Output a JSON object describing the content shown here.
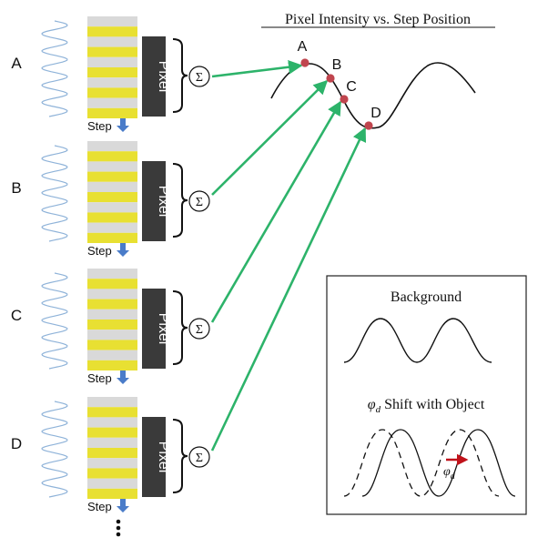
{
  "title": "Pixel Intensity vs. Step Position",
  "pixel_label": "Pixel",
  "sum_symbol": "Σ",
  "step_label": "Step",
  "rows": [
    {
      "label": "A"
    },
    {
      "label": "B"
    },
    {
      "label": "C"
    },
    {
      "label": "D"
    }
  ],
  "curve_points": [
    {
      "label": "A"
    },
    {
      "label": "B"
    },
    {
      "label": "C"
    },
    {
      "label": "D"
    }
  ],
  "inset": {
    "background_label": "Background",
    "shift_phi": "φ",
    "shift_sub": "d",
    "shift_rest": " Shift with Object",
    "phase_phi": "φ",
    "phase_sub": "d"
  },
  "colors": {
    "yellow": "#e8e032",
    "grey_stripe": "#d9d9d9",
    "pixel_box": "#3a3a3a",
    "arrow_green": "#2db36a",
    "point_red": "#c0454e",
    "step_arrow_blue": "#4a7cc9",
    "wave_blue": "#8fb3d9",
    "shift_arrow_red": "#c0121a"
  }
}
